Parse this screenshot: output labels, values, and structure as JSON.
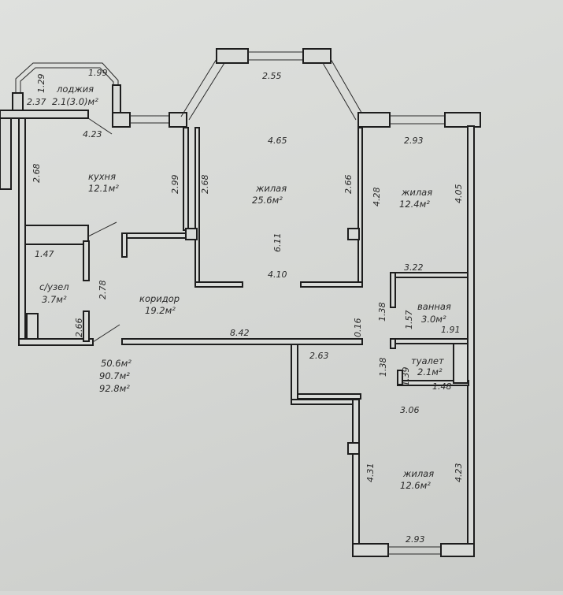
{
  "rooms": {
    "loggia": {
      "name": "лоджия",
      "area": "2.1(3.0)м²"
    },
    "kitchen": {
      "name": "кухня",
      "area": "12.1м²"
    },
    "living_main": {
      "name": "жилая",
      "area": "25.6м²"
    },
    "living_right": {
      "name": "жилая",
      "area": "12.4м²"
    },
    "wc_combined": {
      "name": "с/узел",
      "area": "3.7м²"
    },
    "corridor": {
      "name": "коридор",
      "area": "19.2м²"
    },
    "bathroom": {
      "name": "ванная",
      "area": "3.0м²"
    },
    "toilet": {
      "name": "туалет",
      "area": "2.1м²"
    },
    "living_bottom": {
      "name": "жилая",
      "area": "12.6м²"
    }
  },
  "totals": [
    "50.6м²",
    "90.7м²",
    "92.8м²"
  ],
  "dimensions": {
    "loggia_side": "1.29",
    "loggia_top": "1.99",
    "loggia_width": "2.37",
    "kitchen_width": "4.23",
    "kitchen_left": "2.68",
    "kitchen_right": "2.99",
    "main_top": "2.55",
    "main_width": "4.65",
    "main_left": "2.68",
    "main_right": "2.66",
    "main_depth": "6.11",
    "main_bottom": "4.10",
    "right_top": "2.93",
    "right_left": "4.28",
    "right_right": "4.05",
    "wc_width": "1.47",
    "wc_height": "2.78",
    "wc_lower": "2.66",
    "corridor_length": "8.42",
    "wall_thickness": "0.16",
    "bath_width": "3.22",
    "hall_a": "1.38",
    "bath_height": "1.57",
    "bath_inner": "1.91",
    "hall_b": "2.63",
    "hall_c": "1.38",
    "toilet_height": "1.39",
    "toilet_width": "1.48",
    "toilet_bottom": "3.06",
    "bottom_left": "4.31",
    "bottom_right": "4.23",
    "bottom_width": "2.93"
  }
}
